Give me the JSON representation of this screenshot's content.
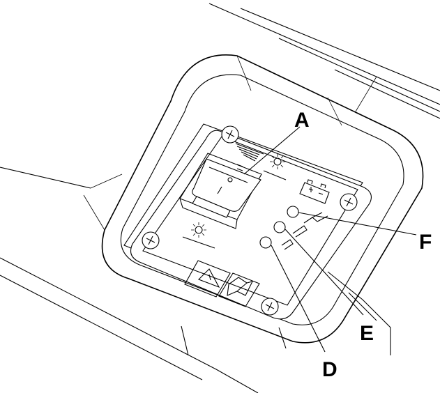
{
  "callouts": {
    "A": "A",
    "D": "D",
    "E": "E",
    "F": "F"
  },
  "icons": {
    "rocker_switch": "rocker-switch-icon",
    "battery": "battery-icon",
    "warning": "warning-triangle-icon",
    "manual": "operator-manual-icon",
    "light_on": "sun-light-icon"
  },
  "colors": {
    "line": "#000000",
    "background": "#ffffff"
  }
}
